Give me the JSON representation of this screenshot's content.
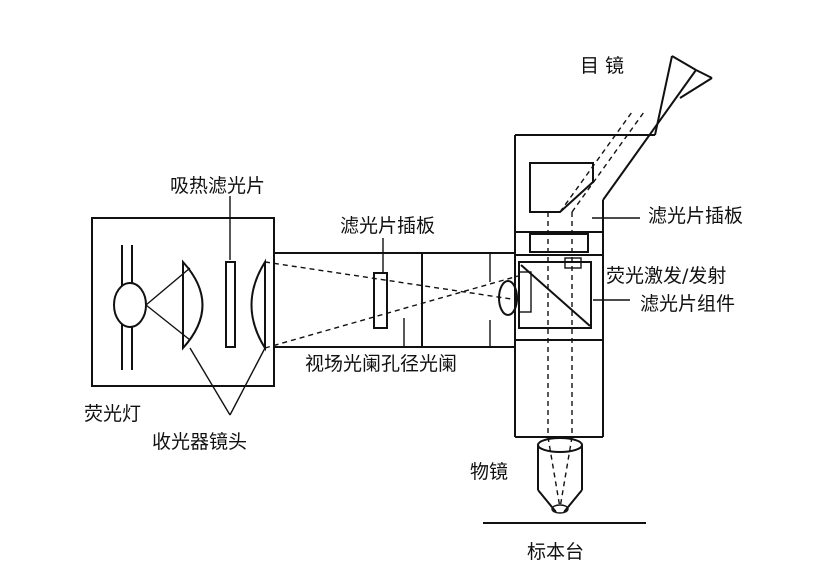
{
  "labels": {
    "eyepiece": "目 镜",
    "heat_filter": "吸热滤光片",
    "filter_slot_left": "滤光片插板",
    "filter_slot_right": "滤光片插板",
    "dichroic_line1": "荧光激发/发射",
    "dichroic_line2": "滤光片组件",
    "aperture": "视场光阑孔径光阑",
    "lamp": "荧光灯",
    "collector": "收光器镜头",
    "objective": "物镜",
    "stage": "标本台"
  }
}
